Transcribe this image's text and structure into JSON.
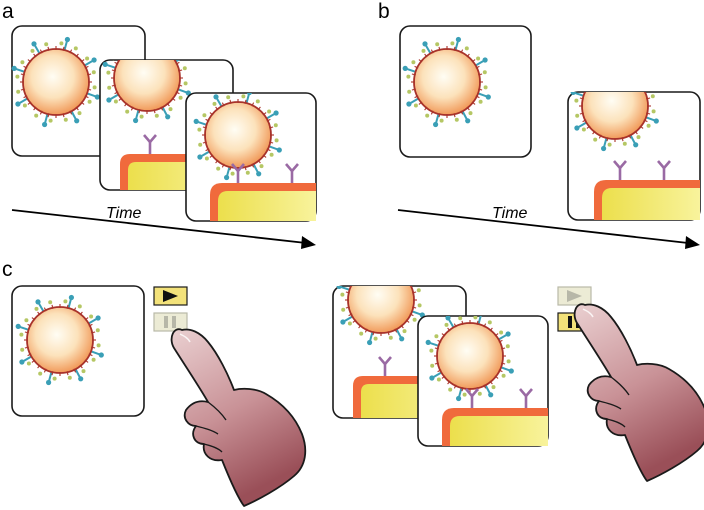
{
  "panels": {
    "a": {
      "letter": "a",
      "time_label": "Time"
    },
    "b": {
      "letter": "b",
      "time_label": "Time"
    },
    "c": {
      "letter": "c"
    }
  },
  "colors": {
    "virion_core": "#fce7c4",
    "virion_edge": "#f1a366",
    "virion_outline": "#a8322a",
    "glycoprotein": "#3a9fb6",
    "surface_dots": "#b5c764",
    "receptor": "#9a6aa4",
    "cell_membrane": "#f06a3c",
    "cell_cytoplasm": "#f1ea6a",
    "hand_skin": "#b8767e",
    "button_active": "#f3e27a"
  },
  "icons": {
    "play": "play-icon",
    "pause": "pause-icon",
    "hand": "pointing-hand-icon"
  }
}
